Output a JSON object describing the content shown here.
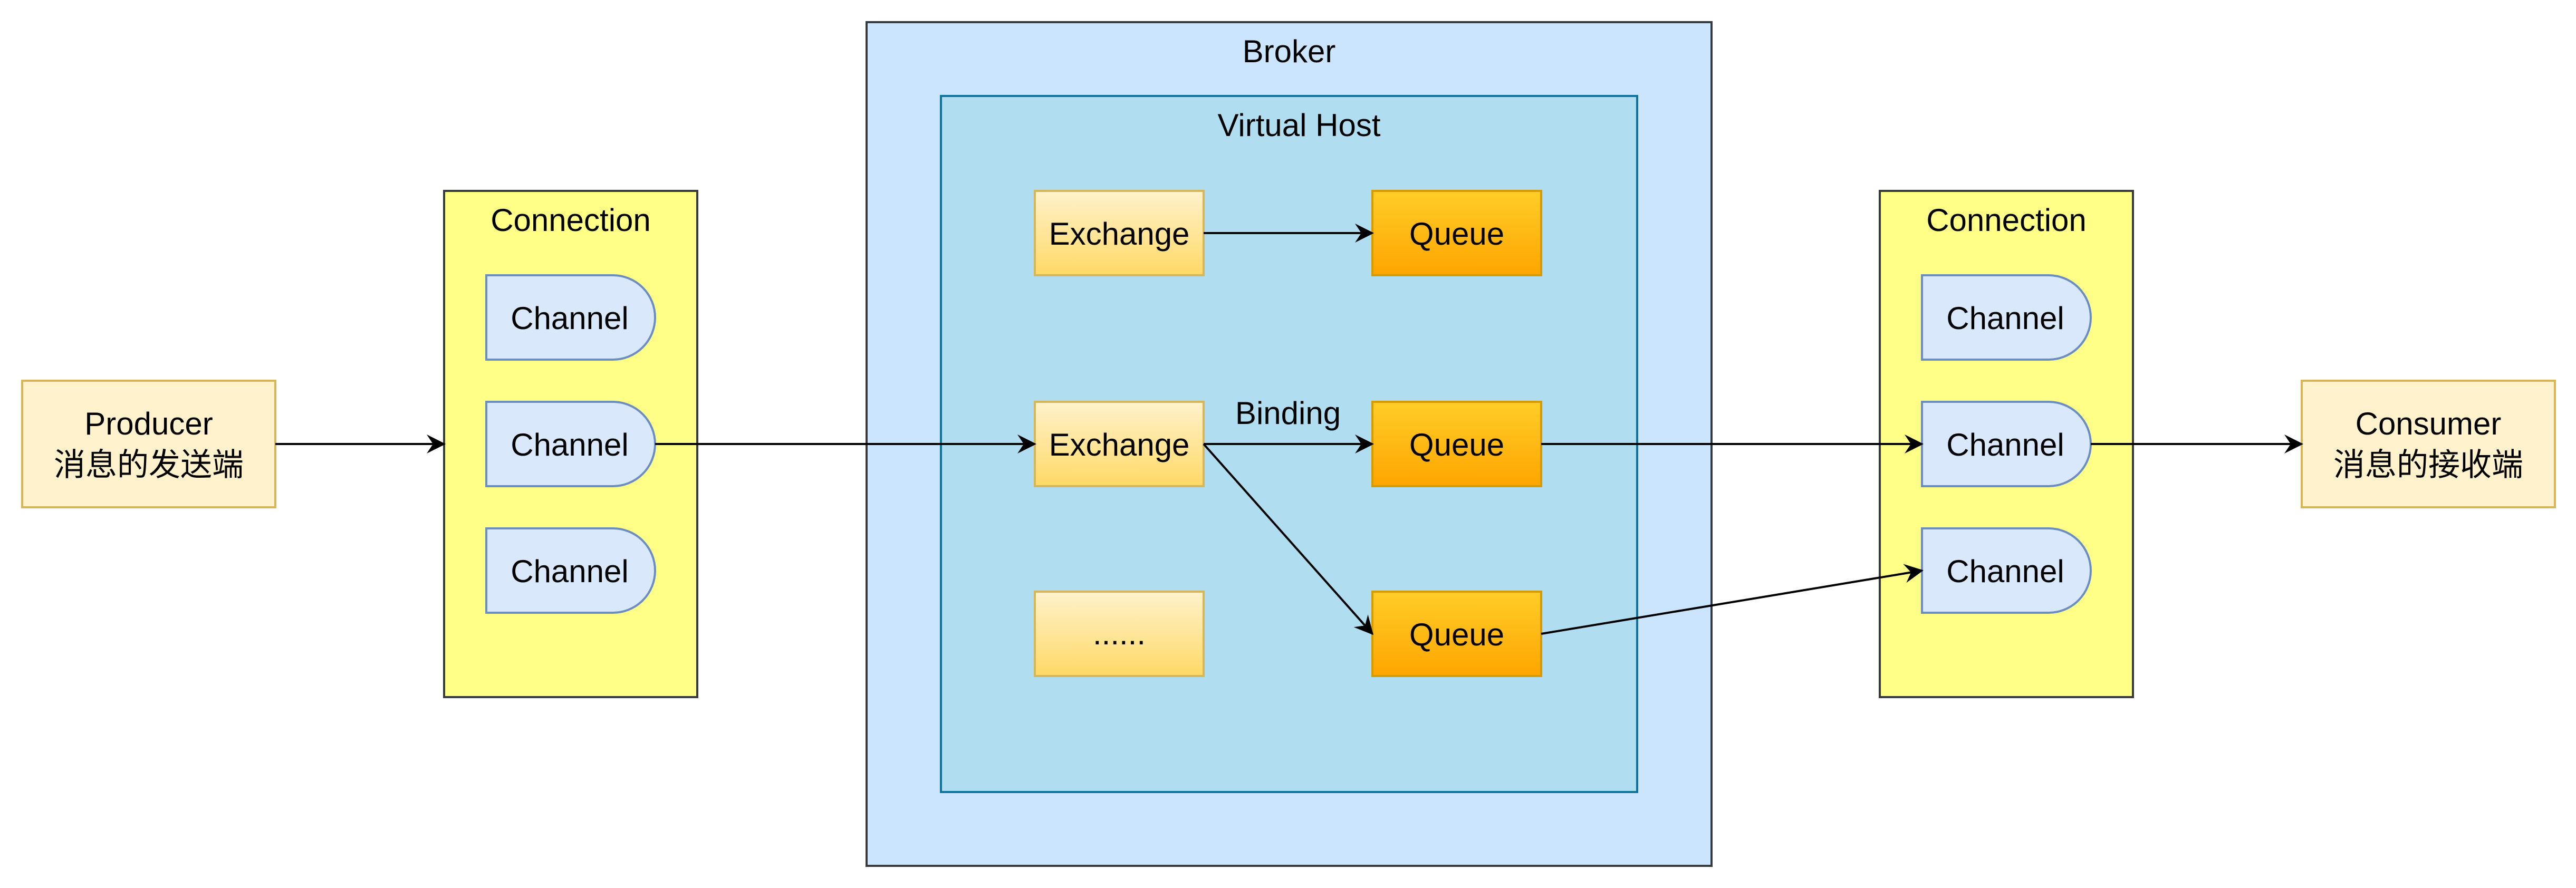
{
  "producer": {
    "title": "Producer",
    "subtitle": "消息的发送端"
  },
  "consumer": {
    "title": "Consumer",
    "subtitle": "消息的接收端"
  },
  "left_connection": {
    "title": "Connection",
    "channels": [
      "Channel",
      "Channel",
      "Channel"
    ]
  },
  "right_connection": {
    "title": "Connection",
    "channels": [
      "Channel",
      "Channel",
      "Channel"
    ]
  },
  "broker": {
    "title": "Broker",
    "virtual_host": {
      "title": "Virtual Host",
      "exchanges": [
        "Exchange",
        "Exchange",
        "......"
      ],
      "queues": [
        "Queue",
        "Queue",
        "Queue"
      ],
      "binding_label": "Binding"
    }
  },
  "colors": {
    "producer_fill": "#fff2cc",
    "producer_stroke": "#d6b656",
    "connection_fill": "#ffff88",
    "connection_stroke": "#36393d",
    "channel_fill": "#dae8fc",
    "channel_stroke": "#6c8ebf",
    "broker_fill": "#cce5ff",
    "broker_stroke": "#36393d",
    "vhost_fill": "#b1ddf0",
    "vhost_stroke": "#10739e",
    "exchange_fill_top": "#fff2cc",
    "exchange_fill_bottom": "#ffd966",
    "exchange_stroke": "#d6b656",
    "queue_fill_top": "#ffcd28",
    "queue_fill_bottom": "#ffa500",
    "queue_stroke": "#d79b00"
  }
}
